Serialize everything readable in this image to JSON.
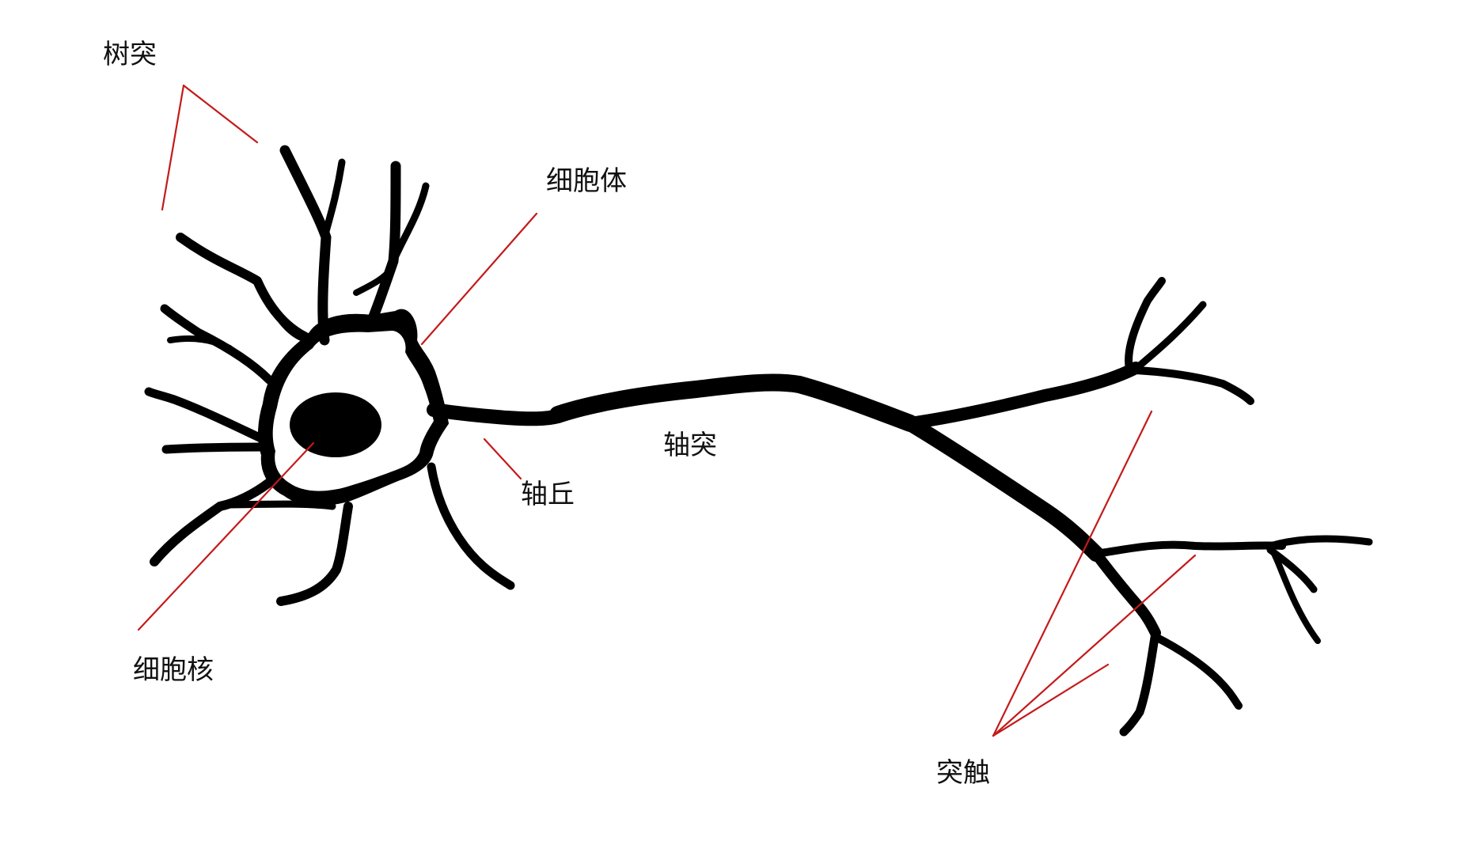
{
  "labels": {
    "dendrite": "树突",
    "soma": "细胞体",
    "axon": "轴突",
    "axon_hillock": "轴丘",
    "nucleus": "细胞核",
    "synapse": "突触"
  },
  "colors": {
    "background": "#ffffff",
    "neuron": "#000000",
    "leader_line": "#c41a1a",
    "label_text": "#111111"
  }
}
